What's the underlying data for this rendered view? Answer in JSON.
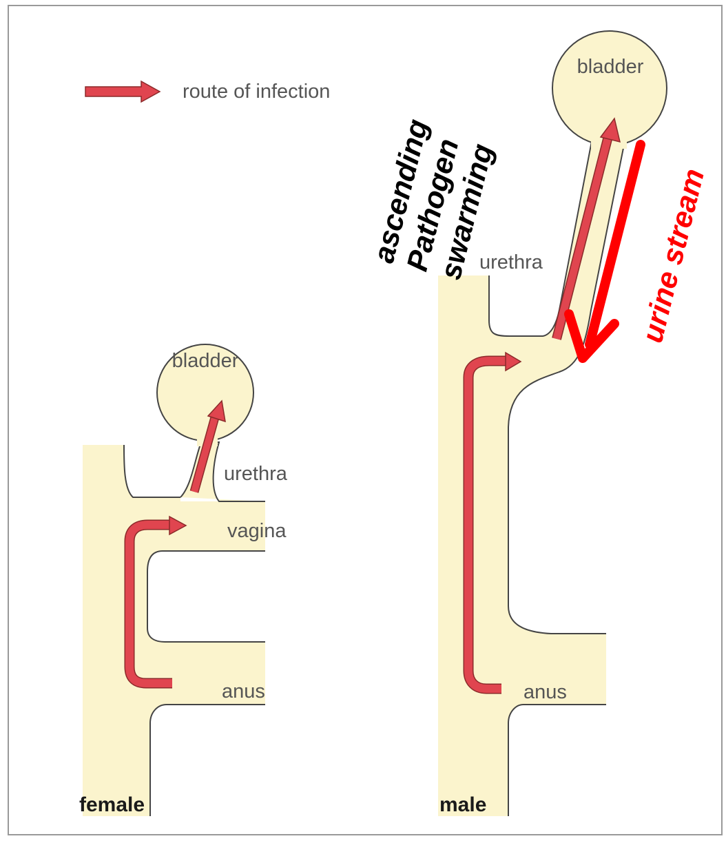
{
  "legend": {
    "label": "route of infection",
    "arrow_color": "#e0454f"
  },
  "female": {
    "caption": "female",
    "labels": {
      "bladder": "bladder",
      "urethra": "urethra",
      "vagina": "vagina",
      "anus": "anus"
    }
  },
  "male": {
    "caption": "male",
    "labels": {
      "bladder": "bladder",
      "urethra": "urethra",
      "anus": "anus"
    }
  },
  "callouts": {
    "ascending": [
      "ascending",
      "Pathogen",
      "swarming"
    ],
    "urine_stream": "urine stream"
  },
  "colors": {
    "tissue": "#fbf4cd",
    "outline": "#444444",
    "route_arrow": "#e0454f",
    "urine_arrow": "#ff0000",
    "frame": "#999999"
  }
}
